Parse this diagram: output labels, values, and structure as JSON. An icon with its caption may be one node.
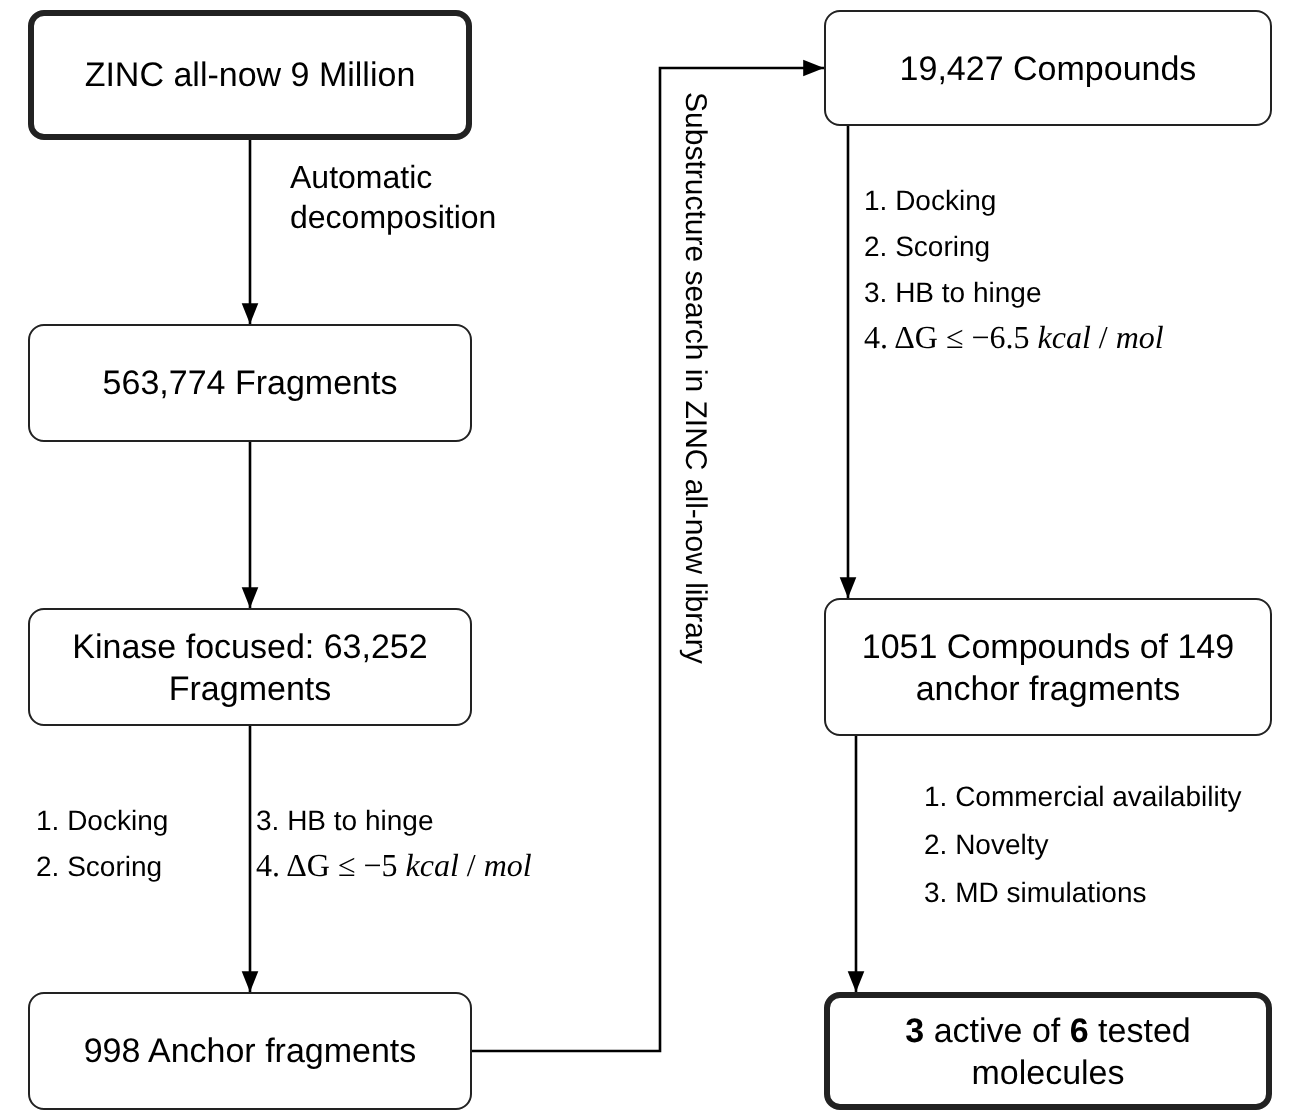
{
  "diagram": {
    "nodes": [
      {
        "text": [
          "ZINC all-now 9 Million"
        ]
      },
      {
        "text": [
          "563,774 Fragments"
        ]
      },
      {
        "text": [
          "Kinase focused: 63,252 Fragments"
        ]
      },
      {
        "text": [
          "998 Anchor fragments"
        ]
      },
      {
        "text": [
          "19,427 Compounds"
        ]
      },
      {
        "text": [
          "1051 Compounds of 149 anchor fragments"
        ]
      },
      {
        "text": [
          "**3** active of **6** tested molecules"
        ]
      }
    ],
    "edges": [
      {
        "from": 0,
        "to": 1,
        "arrow": "to",
        "label": "Automatic decomposition"
      },
      {
        "from": 1,
        "to": 2,
        "arrow": "to"
      },
      {
        "from": 2,
        "to": 3,
        "arrow": "to"
      },
      {
        "from": 3,
        "to": 4,
        "arrow": "to",
        "label": "Substructure search in ZINC all-now library"
      },
      {
        "from": 4,
        "to": 5,
        "arrow": "to"
      },
      {
        "from": 5,
        "to": 6,
        "arrow": "to"
      }
    ],
    "labels": [
      "1. Docking",
      "2. Scoring",
      "3. HB to hinge",
      "4. ΔG ≤ −5 *kcal* / *mol*",
      "1. Docking",
      "2. Scoring",
      "3. HB to hinge",
      "4. ΔG ≤ −6.5 *kcal* / *mol*",
      "1. Commercial availability",
      "2. Novelty",
      "3. MD simulations"
    ]
  }
}
